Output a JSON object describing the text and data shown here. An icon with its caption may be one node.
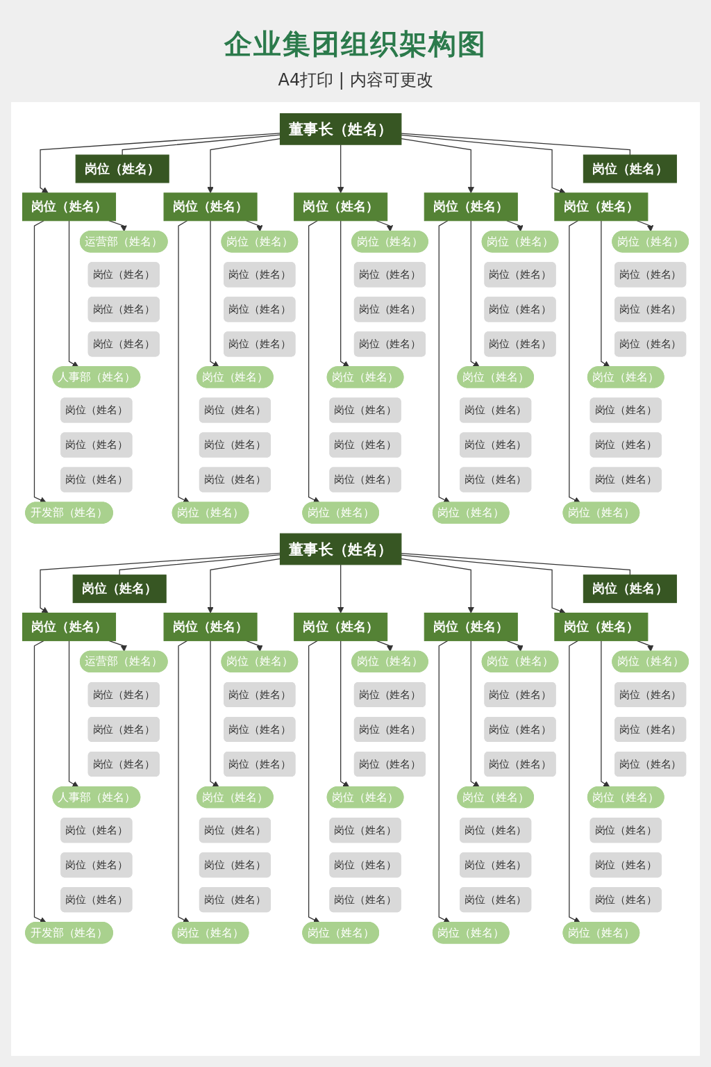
{
  "diagram": {
    "title": "企业集团组织架构图",
    "labels": [
      "A4打印 | 内容可更改"
    ],
    "nodes": [
      {
        "text": [
          "董事长（姓名）"
        ]
      },
      {
        "text": [
          "岗位（姓名）"
        ]
      },
      {
        "text": [
          "岗位（姓名）"
        ]
      },
      {
        "text": [
          "岗位（姓名）"
        ]
      },
      {
        "text": [
          "运营部（姓名）"
        ]
      },
      {
        "text": [
          "岗位（姓名）"
        ]
      },
      {
        "text": [
          "岗位（姓名）"
        ]
      },
      {
        "text": [
          "岗位（姓名）"
        ]
      },
      {
        "text": [
          "人事部（姓名）"
        ]
      },
      {
        "text": [
          "岗位（姓名）"
        ]
      },
      {
        "text": [
          "岗位（姓名）"
        ]
      },
      {
        "text": [
          "岗位（姓名）"
        ]
      },
      {
        "text": [
          "开发部（姓名）"
        ]
      },
      {
        "text": [
          "岗位（姓名）"
        ]
      },
      {
        "text": [
          "岗位（姓名）"
        ]
      },
      {
        "text": [
          "岗位（姓名）"
        ]
      },
      {
        "text": [
          "岗位（姓名）"
        ]
      },
      {
        "text": [
          "岗位（姓名）"
        ]
      },
      {
        "text": [
          "岗位（姓名）"
        ]
      },
      {
        "text": [
          "岗位（姓名）"
        ]
      },
      {
        "text": [
          "岗位（姓名）"
        ]
      },
      {
        "text": [
          "岗位（姓名）"
        ]
      },
      {
        "text": [
          "岗位（姓名）"
        ]
      },
      {
        "text": [
          "岗位（姓名）"
        ]
      },
      {
        "text": [
          "岗位（姓名）"
        ]
      },
      {
        "text": [
          "岗位（姓名）"
        ]
      },
      {
        "text": [
          "岗位（姓名）"
        ]
      },
      {
        "text": [
          "岗位（姓名）"
        ]
      },
      {
        "text": [
          "岗位（姓名）"
        ]
      },
      {
        "text": [
          "岗位（姓名）"
        ]
      },
      {
        "text": [
          "岗位（姓名）"
        ]
      },
      {
        "text": [
          "岗位（姓名）"
        ]
      },
      {
        "text": [
          "岗位（姓名）"
        ]
      },
      {
        "text": [
          "岗位（姓名）"
        ]
      },
      {
        "text": [
          "岗位（姓名）"
        ]
      },
      {
        "text": [
          "岗位（姓名）"
        ]
      },
      {
        "text": [
          "岗位（姓名）"
        ]
      },
      {
        "text": [
          "岗位（姓名）"
        ]
      },
      {
        "text": [
          "岗位（姓名）"
        ]
      },
      {
        "text": [
          "岗位（姓名）"
        ]
      },
      {
        "text": [
          "岗位（姓名）"
        ]
      },
      {
        "text": [
          "岗位（姓名）"
        ]
      },
      {
        "text": [
          "岗位（姓名）"
        ]
      },
      {
        "text": [
          "岗位（姓名）"
        ]
      },
      {
        "text": [
          "岗位（姓名）"
        ]
      },
      {
        "text": [
          "岗位（姓名）"
        ]
      },
      {
        "text": [
          "岗位（姓名）"
        ]
      },
      {
        "text": [
          "岗位（姓名）"
        ]
      },
      {
        "text": [
          "岗位（姓名）"
        ]
      },
      {
        "text": [
          "岗位（姓名）"
        ]
      },
      {
        "text": [
          "岗位（姓名）"
        ]
      },
      {
        "text": [
          "岗位（姓名）"
        ]
      },
      {
        "text": [
          "岗位（姓名）"
        ]
      },
      {
        "text": [
          "董事长（姓名）"
        ]
      },
      {
        "text": [
          "岗位（姓名）"
        ]
      },
      {
        "text": [
          "岗位（姓名）"
        ]
      },
      {
        "text": [
          "岗位（姓名）"
        ]
      },
      {
        "text": [
          "运营部（姓名）"
        ]
      },
      {
        "text": [
          "岗位（姓名）"
        ]
      },
      {
        "text": [
          "岗位（姓名）"
        ]
      },
      {
        "text": [
          "岗位（姓名）"
        ]
      },
      {
        "text": [
          "人事部（姓名）"
        ]
      },
      {
        "text": [
          "岗位（姓名）"
        ]
      },
      {
        "text": [
          "岗位（姓名）"
        ]
      },
      {
        "text": [
          "岗位（姓名）"
        ]
      },
      {
        "text": [
          "开发部（姓名）"
        ]
      },
      {
        "text": [
          "岗位（姓名）"
        ]
      },
      {
        "text": [
          "岗位（姓名）"
        ]
      },
      {
        "text": [
          "岗位（姓名）"
        ]
      },
      {
        "text": [
          "岗位（姓名）"
        ]
      },
      {
        "text": [
          "岗位（姓名）"
        ]
      },
      {
        "text": [
          "岗位（姓名）"
        ]
      },
      {
        "text": [
          "岗位（姓名）"
        ]
      },
      {
        "text": [
          "岗位（姓名）"
        ]
      },
      {
        "text": [
          "岗位（姓名）"
        ]
      },
      {
        "text": [
          "岗位（姓名）"
        ]
      },
      {
        "text": [
          "岗位（姓名）"
        ]
      },
      {
        "text": [
          "岗位（姓名）"
        ]
      },
      {
        "text": [
          "岗位（姓名）"
        ]
      },
      {
        "text": [
          "岗位（姓名）"
        ]
      },
      {
        "text": [
          "岗位（姓名）"
        ]
      },
      {
        "text": [
          "岗位（姓名）"
        ]
      },
      {
        "text": [
          "岗位（姓名）"
        ]
      },
      {
        "text": [
          "岗位（姓名）"
        ]
      },
      {
        "text": [
          "岗位（姓名）"
        ]
      },
      {
        "text": [
          "岗位（姓名）"
        ]
      },
      {
        "text": [
          "岗位（姓名）"
        ]
      },
      {
        "text": [
          "岗位（姓名）"
        ]
      },
      {
        "text": [
          "岗位（姓名）"
        ]
      },
      {
        "text": [
          "岗位（姓名）"
        ]
      },
      {
        "text": [
          "岗位（姓名）"
        ]
      },
      {
        "text": [
          "岗位（姓名）"
        ]
      },
      {
        "text": [
          "岗位（姓名）"
        ]
      },
      {
        "text": [
          "岗位（姓名）"
        ]
      },
      {
        "text": [
          "岗位（姓名）"
        ]
      },
      {
        "text": [
          "岗位（姓名）"
        ]
      },
      {
        "text": [
          "岗位（姓名）"
        ]
      },
      {
        "text": [
          "岗位（姓名）"
        ]
      },
      {
        "text": [
          "岗位（姓名）"
        ]
      },
      {
        "text": [
          "岗位（姓名）"
        ]
      },
      {
        "text": [
          "岗位（姓名）"
        ]
      },
      {
        "text": [
          "岗位（姓名）"
        ]
      },
      {
        "text": [
          "岗位（姓名）"
        ]
      },
      {
        "text": [
          "岗位（姓名）"
        ]
      },
      {
        "text": [
          "岗位（姓名）"
        ]
      },
      {
        "text": [
          "岗位（姓名）"
        ]
      }
    ],
    "edges": [
      {
        "from": 0,
        "to": 1,
        "arrow": "none"
      },
      {
        "from": 0,
        "to": 3,
        "arrow": "to"
      },
      {
        "from": 0,
        "to": 13,
        "arrow": "to"
      },
      {
        "from": 0,
        "to": 23,
        "arrow": "to"
      },
      {
        "from": 0,
        "to": 33,
        "arrow": "to"
      },
      {
        "from": 0,
        "to": 43,
        "arrow": "to"
      },
      {
        "from": 0,
        "to": 2,
        "arrow": "none"
      },
      {
        "from": 3,
        "to": 4,
        "arrow": "to"
      },
      {
        "from": 3,
        "to": 8,
        "arrow": "to"
      },
      {
        "from": 3,
        "to": 12,
        "arrow": "to"
      },
      {
        "from": 13,
        "to": 14,
        "arrow": "to"
      },
      {
        "from": 13,
        "to": 18,
        "arrow": "to"
      },
      {
        "from": 13,
        "to": 22,
        "arrow": "to"
      },
      {
        "from": 23,
        "to": 24,
        "arrow": "to"
      },
      {
        "from": 23,
        "to": 28,
        "arrow": "to"
      },
      {
        "from": 23,
        "to": 32,
        "arrow": "to"
      },
      {
        "from": 33,
        "to": 34,
        "arrow": "to"
      },
      {
        "from": 33,
        "to": 38,
        "arrow": "to"
      },
      {
        "from": 33,
        "to": 42,
        "arrow": "to"
      },
      {
        "from": 43,
        "to": 44,
        "arrow": "to"
      },
      {
        "from": 43,
        "to": 48,
        "arrow": "to"
      },
      {
        "from": 43,
        "to": 52,
        "arrow": "to"
      },
      {
        "from": 53,
        "to": 54,
        "arrow": "none"
      },
      {
        "from": 53,
        "to": 56,
        "arrow": "to"
      },
      {
        "from": 53,
        "to": 66,
        "arrow": "to"
      },
      {
        "from": 53,
        "to": 76,
        "arrow": "to"
      },
      {
        "from": 53,
        "to": 86,
        "arrow": "to"
      },
      {
        "from": 53,
        "to": 96,
        "arrow": "to"
      },
      {
        "from": 53,
        "to": 55,
        "arrow": "none"
      },
      {
        "from": 56,
        "to": 57,
        "arrow": "to"
      },
      {
        "from": 56,
        "to": 61,
        "arrow": "to"
      },
      {
        "from": 56,
        "to": 65,
        "arrow": "to"
      },
      {
        "from": 66,
        "to": 67,
        "arrow": "to"
      },
      {
        "from": 66,
        "to": 71,
        "arrow": "to"
      },
      {
        "from": 66,
        "to": 75,
        "arrow": "to"
      },
      {
        "from": 76,
        "to": 77,
        "arrow": "to"
      },
      {
        "from": 76,
        "to": 81,
        "arrow": "to"
      },
      {
        "from": 76,
        "to": 85,
        "arrow": "to"
      },
      {
        "from": 86,
        "to": 87,
        "arrow": "to"
      },
      {
        "from": 86,
        "to": 91,
        "arrow": "to"
      },
      {
        "from": 86,
        "to": 95,
        "arrow": "to"
      },
      {
        "from": 96,
        "to": 97,
        "arrow": "to"
      },
      {
        "from": 96,
        "to": 101,
        "arrow": "to"
      },
      {
        "from": 96,
        "to": 105,
        "arrow": "to"
      }
    ]
  }
}
